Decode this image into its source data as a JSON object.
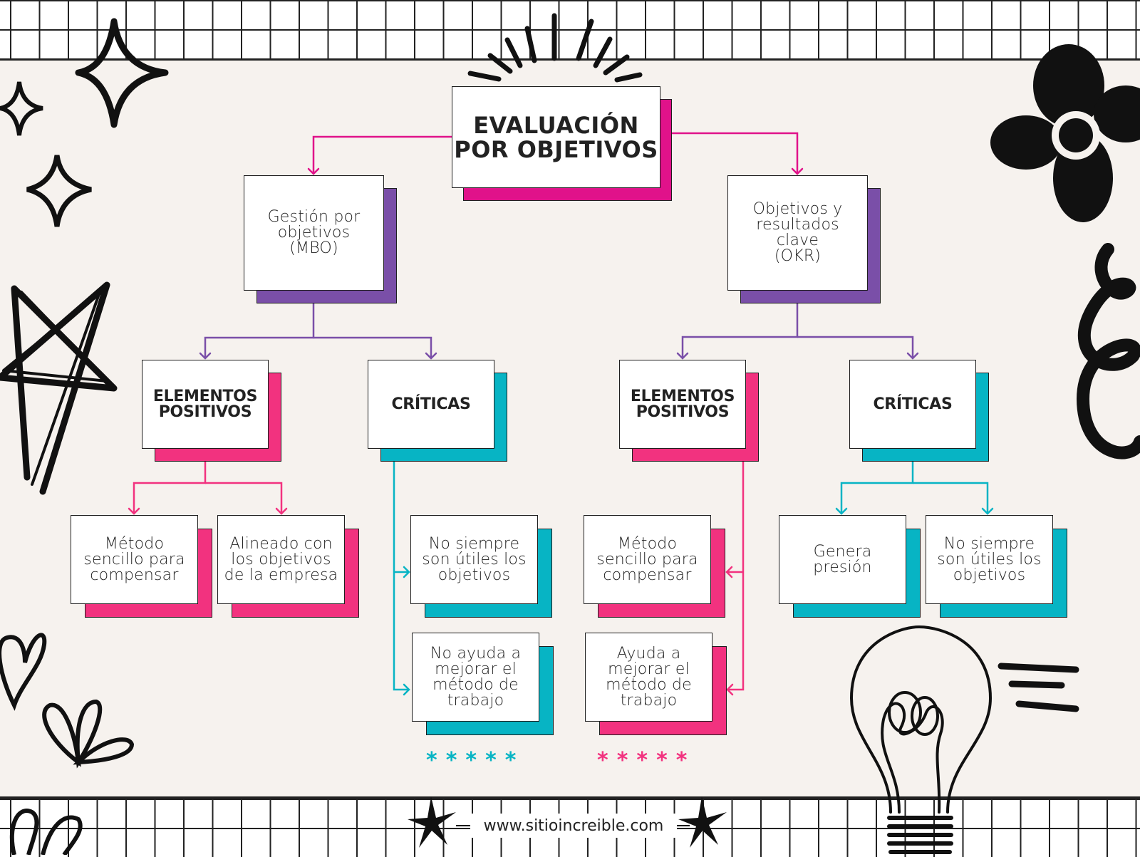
{
  "colors": {
    "magenta": "#e0128a",
    "purple": "#7a4fa8",
    "pink": "#f2327f",
    "teal": "#07b4c4",
    "ink": "#1f1f1f",
    "background": "#f6f2ee"
  },
  "diagram": {
    "root": {
      "label": "EVALUACIÓN\nPOR OBJETIVOS"
    },
    "mbo": {
      "label": "Gestión por\nobjetivos\n(MBO)"
    },
    "okr": {
      "label": "Objetivos y\nresultados\nclave\n(OKR)"
    },
    "mbo_positivos": {
      "label": "ELEMENTOS\nPOSITIVOS"
    },
    "mbo_criticas": {
      "label": "CRÍTICAS"
    },
    "okr_positivos": {
      "label": "ELEMENTOS\nPOSITIVOS"
    },
    "okr_criticas": {
      "label": "CRÍTICAS"
    },
    "mbo_pos_1": {
      "label": "Método\nsencillo para\ncompensar"
    },
    "mbo_pos_2": {
      "label": "Alineado con\nlos objetivos\nde la empresa"
    },
    "mbo_crit_1": {
      "label": "No siempre\nson útiles los\nobjetivos"
    },
    "mbo_crit_2": {
      "label": "No ayuda a\nmejorar el\nmétodo de\ntrabajo"
    },
    "okr_pos_1": {
      "label": "Método\nsencillo para\ncompensar"
    },
    "okr_pos_2": {
      "label": "Ayuda a\nmejorar el\nmétodo de\ntrabajo"
    },
    "okr_crit_1": {
      "label": "Genera\npresión"
    },
    "okr_crit_2": {
      "label": "No siempre\nson útiles los\nobjetivos"
    }
  },
  "stars_left": "*****",
  "stars_right": "*****",
  "footer": {
    "url": "www.sitioincreible.com"
  }
}
